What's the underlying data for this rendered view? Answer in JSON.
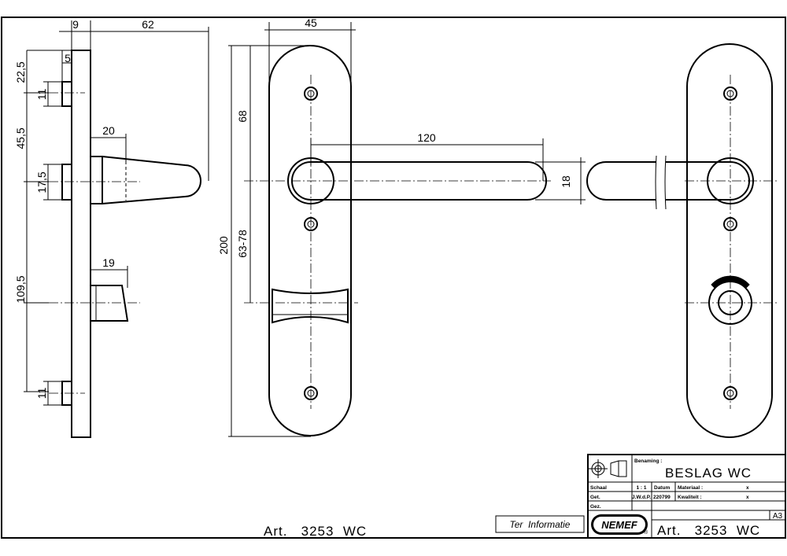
{
  "dimensions": {
    "top_9": "9",
    "top_62": "62",
    "top_45": "45",
    "d_5": "5",
    "d_22_5": "22,5",
    "d_11_top": "11",
    "d_45_5": "45,5",
    "d_20": "20",
    "d_17_5": "17,5",
    "d_19": "19",
    "d_109_5": "109,5",
    "d_11_bottom": "11",
    "d_68": "68",
    "d_200": "200",
    "d_63_78": "63-78",
    "d_120": "120",
    "d_18": "18"
  },
  "title_block": {
    "benaming_label": "Benaming :",
    "benaming_value": "BESLAG  WC",
    "schaal_label": "Schaal",
    "schaal_value": "1 : 1",
    "datum_label": "Datum",
    "materiaal_label": "Materiaal :",
    "materiaal_value": "x",
    "get_label": "Get.",
    "get_value": "J.W.d.P.",
    "date_value": "220799",
    "kwaliteit_label": "Kwaliteit :",
    "kwaliteit_value": "x",
    "gez_label": "Gez.",
    "sheet_size": "A3",
    "logo_text": "NEMEF",
    "logo_mark": "®",
    "article": "Art.   3253  WC"
  },
  "ter_informatie": "Ter  Informatie",
  "article_bottom_left": "Art.   3253  WC"
}
